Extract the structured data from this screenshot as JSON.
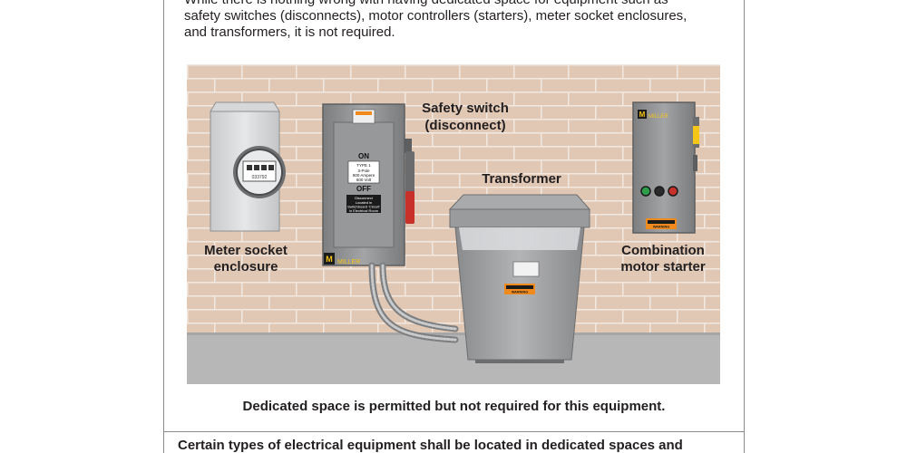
{
  "intro_lines": [
    "While there is nothing wrong with having dedicated space for equipment such as",
    "safety switches (disconnects), motor controllers (starters), meter socket enclosures,",
    "and transformers, it is not required."
  ],
  "labels": {
    "meter": [
      "Meter socket",
      "enclosure"
    ],
    "safety_switch": [
      "Safety switch",
      "(disconnect)"
    ],
    "transformer": "Transformer",
    "starter": [
      "Combination",
      "motor starter"
    ]
  },
  "switch_text": {
    "on": "ON",
    "off": "OFF",
    "rating": [
      "TYPE 1",
      "3-Pole",
      "800 Ampere",
      "600 Volt"
    ],
    "note": [
      "Disconnect",
      "Located in",
      "Switchboard 'Circuit'",
      "in Electrical Room"
    ]
  },
  "meter_number": "033792",
  "brand": "MILLER",
  "brand_mark": "M",
  "warning": "WARNING",
  "caption": "Dedicated space is permitted but not required for this equipment.",
  "bottom_text": "Certain types of electrical equipment shall be located in dedicated spaces and",
  "colors": {
    "wall": "#e0c8b4",
    "mortar": "#f3e8df",
    "floor": "#b7b7b8",
    "equipment": "#8c8d8f",
    "handle": "#c8302a",
    "warning": "#f08a1c"
  }
}
